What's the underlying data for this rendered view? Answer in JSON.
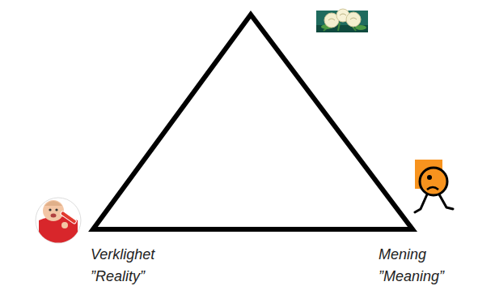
{
  "diagram": {
    "labels": [
      "Verklighet",
      "”Reality”",
      "Mening",
      "”Meaning”"
    ]
  }
}
